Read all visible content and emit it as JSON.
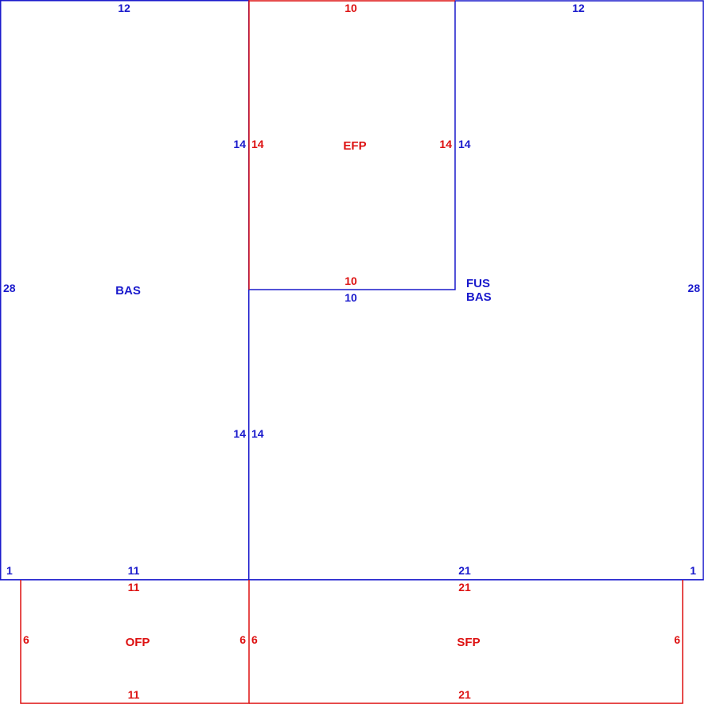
{
  "colors": {
    "main_structure": "#1a1acc",
    "porch": "#dd1111"
  },
  "areas": {
    "bas_left": "BAS",
    "efp": "EFP",
    "fus": "FUS",
    "bas_right": "BAS",
    "ofp": "OFP",
    "sfp": "SFP"
  },
  "dimensions": {
    "top_left": "12",
    "top_efp": "10",
    "top_right": "12",
    "left_side": "28",
    "right_side": "28",
    "inner_left_upper": "14",
    "efp_left": "14",
    "efp_right": "14",
    "inner_right_upper": "14",
    "efp_bottom": "10",
    "fus_top": "10",
    "inner_left_lower": "14",
    "inner_right_lower": "14",
    "bottom_left_corner": "1",
    "bottom_left": "11",
    "bottom_right": "21",
    "bottom_right_corner": "1",
    "ofp_top": "11",
    "ofp_left": "6",
    "ofp_right": "6",
    "ofp_bottom": "11",
    "sfp_top": "21",
    "sfp_left": "6",
    "sfp_right": "6",
    "sfp_bottom": "21"
  }
}
